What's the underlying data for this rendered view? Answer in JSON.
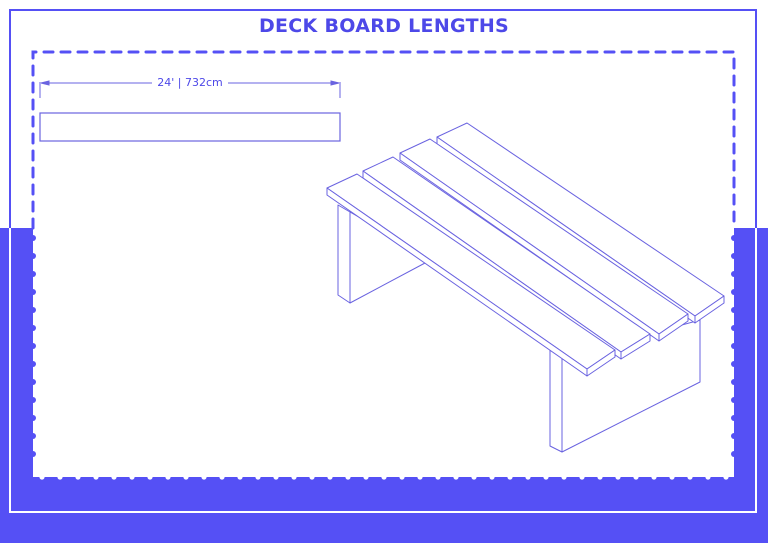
{
  "title": "DECK BOARD LENGTHS",
  "dimension": {
    "label": "24' | 732cm",
    "feet": 24,
    "centimeters": 732
  },
  "colors": {
    "brand_blue": "#5550f5",
    "line_blue": "#6a63e0",
    "title_blue": "#4d48e8",
    "background": "#ffffff"
  },
  "illustration": {
    "subject": "deck-board-bench",
    "board_count": 4,
    "leg_count": 2
  }
}
